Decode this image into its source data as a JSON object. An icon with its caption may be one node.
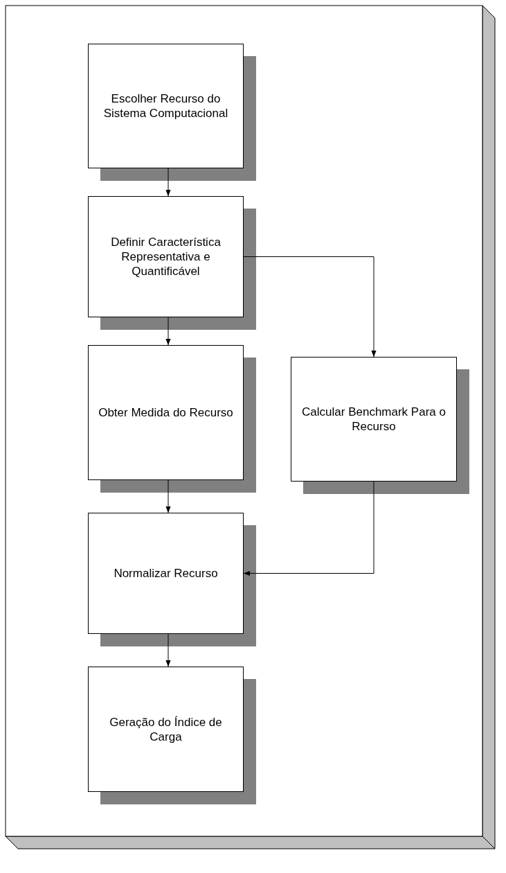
{
  "diagram": {
    "nodes": [
      {
        "text": [
          "Escolher Recurso do Sistema Computacional"
        ]
      },
      {
        "text": [
          "Definir Característica Representativa e Quantificável"
        ]
      },
      {
        "text": [
          "Obter Medida do Recurso"
        ]
      },
      {
        "text": [
          "Calcular Benchmark Para o Recurso"
        ]
      },
      {
        "text": [
          "Normalizar Recurso"
        ]
      },
      {
        "text": [
          "Geração do Índice de Carga"
        ]
      }
    ],
    "edges": [
      {
        "from": 0,
        "to": 1,
        "arrow": "to"
      },
      {
        "from": 1,
        "to": 2,
        "arrow": "to"
      },
      {
        "from": 1,
        "to": 3,
        "arrow": "to"
      },
      {
        "from": 2,
        "to": 4,
        "arrow": "to"
      },
      {
        "from": 3,
        "to": 4,
        "arrow": "to"
      },
      {
        "from": 4,
        "to": 5,
        "arrow": "to"
      }
    ]
  }
}
